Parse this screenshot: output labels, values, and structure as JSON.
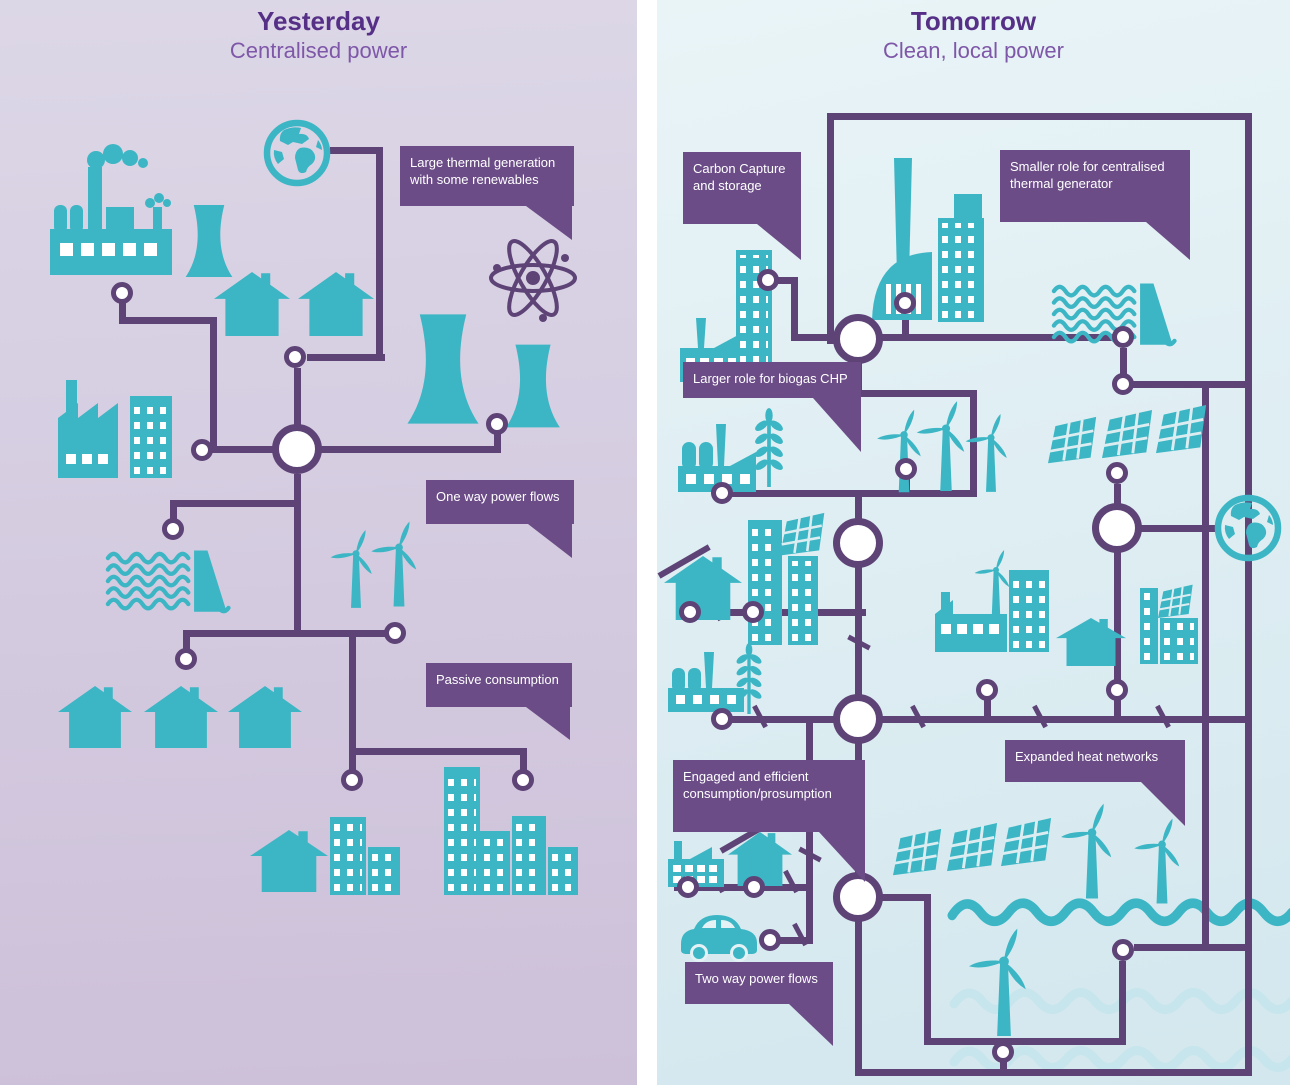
{
  "colors": {
    "teal": "#3cb6c4",
    "teal_light": "#c6e5ec",
    "line_purple": "#5e4377",
    "callout_purple": "#6b4c87",
    "title_purple": "#563087",
    "subtitle_purple": "#7e57a8",
    "left_bg_top": "#dcd7e7",
    "left_bg_bottom": "#cdc0d9",
    "right_bg_top": "#e9f4f7",
    "right_bg_bottom": "#d3e7ee"
  },
  "left_panel": {
    "title": "Yesterday",
    "subtitle": "Centralised power",
    "callouts": {
      "thermal": "Large thermal generation with some renewables",
      "flows": "One way power flows",
      "consumption": "Passive consumption"
    },
    "icons": [
      "globe",
      "factory-with-smoke",
      "cooling-tower",
      "houses",
      "atom",
      "cooling-towers",
      "factory-and-building",
      "hydro-dam",
      "wind-turbines",
      "city-buildings"
    ]
  },
  "right_panel": {
    "title": "Tomorrow",
    "subtitle": "Clean, local power",
    "callouts": {
      "ccs": "Carbon Capture and storage",
      "smaller_thermal": "Smaller role for centralised thermal generator",
      "biogas_chp": "Larger role for biogas CHP",
      "engaged": "Engaged and efficient consumption/prosumption",
      "heat_networks": "Expanded heat networks",
      "two_way": "Two way power flows"
    },
    "icons": [
      "factory-and-building",
      "thermal-power-plant",
      "hydro-dam",
      "biogas-plant",
      "wheat",
      "wind-turbines",
      "solar-panels",
      "globe",
      "house-with-solar",
      "city-buildings",
      "electric-car",
      "offshore-wind-turbines",
      "tidal-turbine",
      "sea-waves"
    ]
  }
}
